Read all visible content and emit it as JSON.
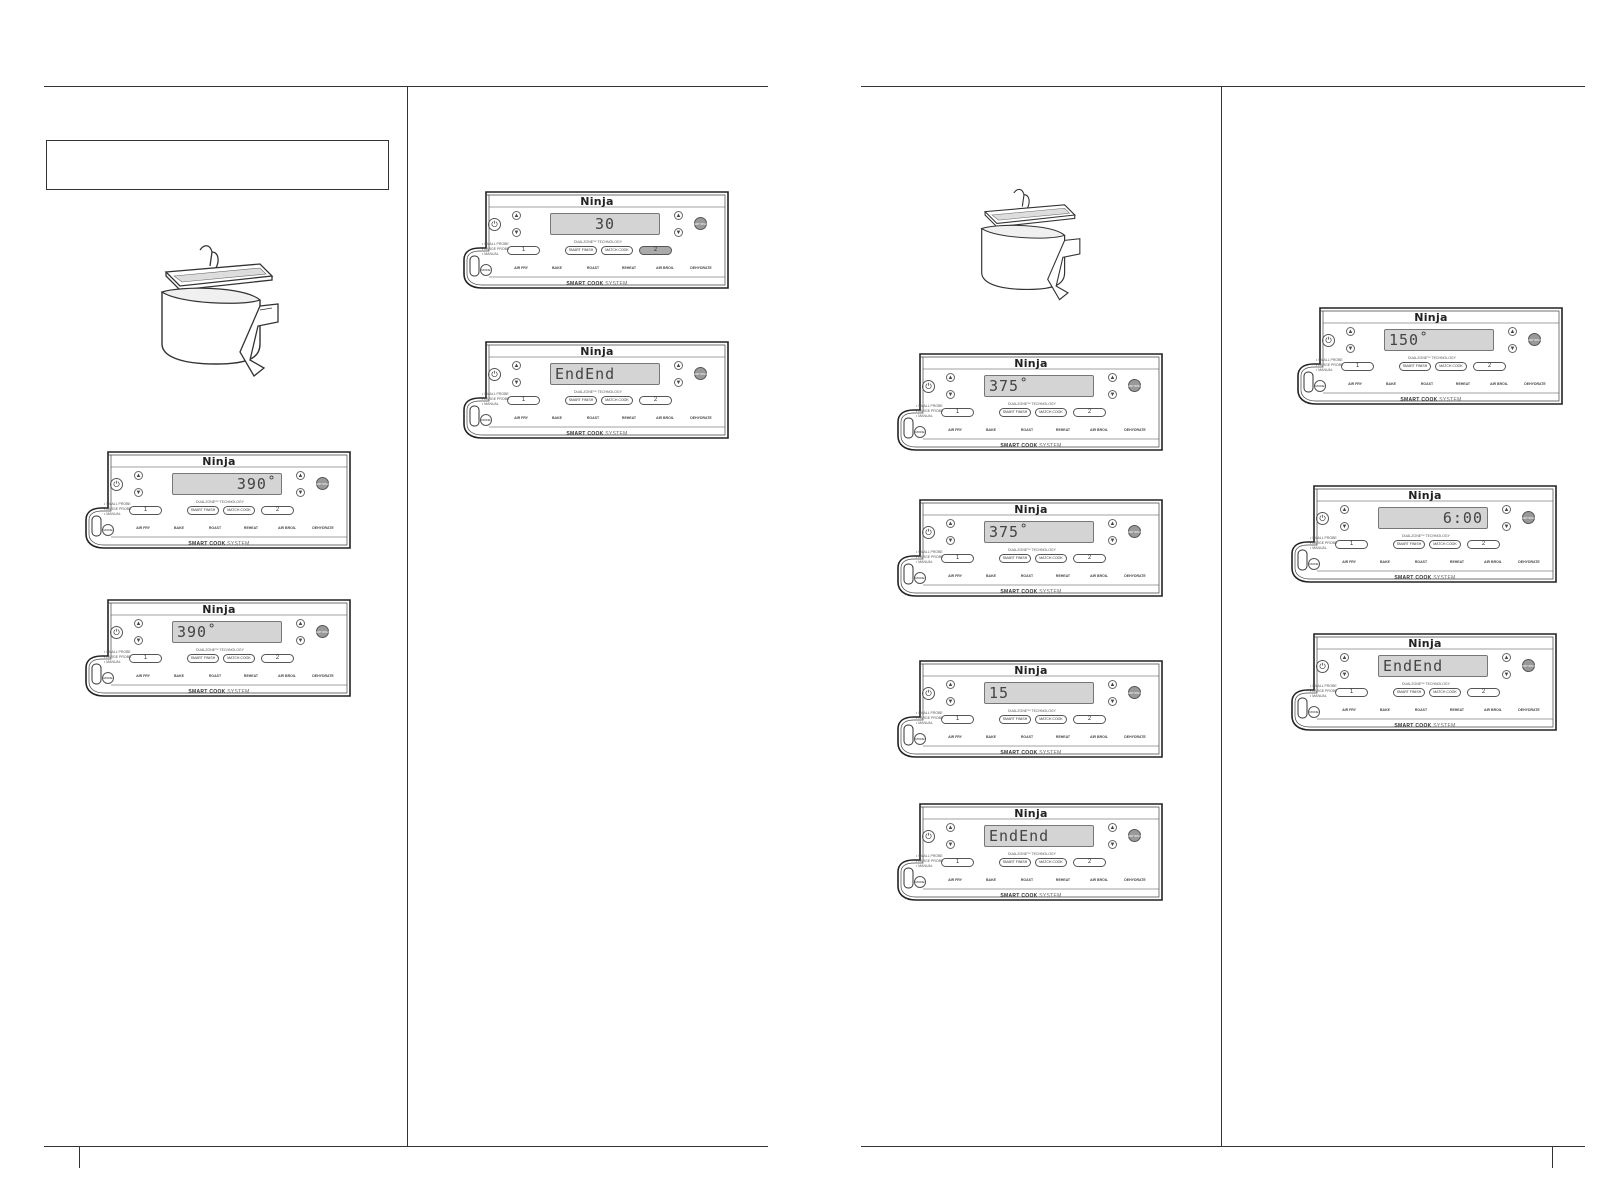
{
  "panels": {
    "p1": {
      "display": "390˚",
      "brand": "Ninja",
      "system_bold": "SMART COOK",
      "system_light": "SYSTEM"
    },
    "p2": {
      "display": "390˚",
      "brand": "Ninja",
      "system_bold": "SMART COOK",
      "system_light": "SYSTEM"
    },
    "p3": {
      "display": "30",
      "brand": "Ninja",
      "system_bold": "SMART COOK",
      "system_light": "SYSTEM"
    },
    "p4": {
      "display": "EndEnd",
      "brand": "Ninja",
      "system_bold": "SMART COOK",
      "system_light": "SYSTEM"
    },
    "p5": {
      "display": "375˚",
      "brand": "Ninja",
      "system_bold": "SMART COOK",
      "system_light": "SYSTEM"
    },
    "p6": {
      "display": "375˚",
      "brand": "Ninja",
      "system_bold": "SMART COOK",
      "system_light": "SYSTEM"
    },
    "p7": {
      "display": "15",
      "brand": "Ninja",
      "system_bold": "SMART COOK",
      "system_light": "SYSTEM"
    },
    "p8": {
      "display": "EndEnd",
      "brand": "Ninja",
      "system_bold": "SMART COOK",
      "system_light": "SYSTEM"
    },
    "p9": {
      "display": "150˚",
      "brand": "Ninja",
      "system_bold": "SMART COOK",
      "system_light": "SYSTEM"
    },
    "p10": {
      "display": "6:00",
      "brand": "Ninja",
      "system_bold": "SMART COOK",
      "system_light": "SYSTEM"
    },
    "p11": {
      "display": "EndEnd",
      "brand": "Ninja",
      "system_bold": "SMART COOK",
      "system_light": "SYSTEM"
    }
  },
  "panel_labels": {
    "zone1": "1",
    "zone2": "2",
    "smart_finish": "SMART FINISH",
    "match_cook": "MATCH COOK",
    "dualzone": "DUALZONE™ TECHNOLOGY",
    "start": "START/PAUSE",
    "mode": "MODE",
    "functions": [
      "AIR FRY",
      "BAKE",
      "ROAST",
      "REHEAT",
      "AIR BROIL",
      "DEHYDRATE"
    ],
    "probe_list": [
      "SMALL PROBE",
      "LARGE PROBE",
      "MANUAL"
    ]
  }
}
